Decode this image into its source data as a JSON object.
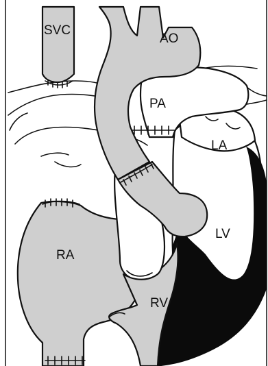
{
  "colors": {
    "chamber_fill": "#cfcfcf",
    "outline": "#111111",
    "background": "#ffffff",
    "muscle": "#0b0b0b"
  },
  "labels": {
    "svc": "SVC",
    "ao": "AO",
    "pa": "PA",
    "la": "LA",
    "lv": "LV",
    "ra": "RA",
    "rv": "RV"
  }
}
